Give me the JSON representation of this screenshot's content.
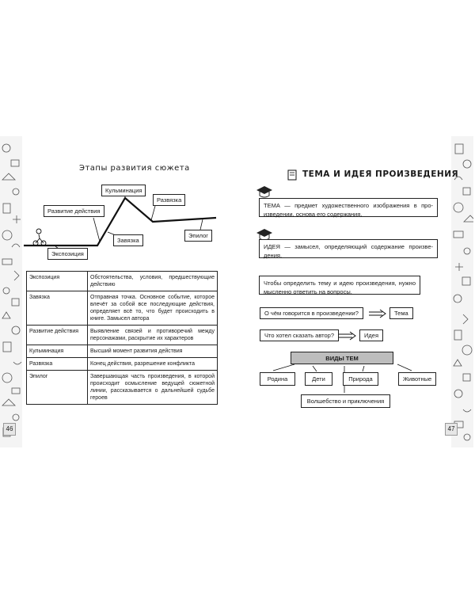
{
  "left_page": {
    "title": "Этапы развития сюжета",
    "page_number": "46",
    "plot_diagram": {
      "labels": {
        "exposition": "Экспозиция",
        "rising_action": "Развитие действия",
        "climax": "Кульминация",
        "complication": "Завязка",
        "denouement": "Развязка",
        "epilogue": "Эпилог"
      }
    },
    "table": [
      {
        "term": "Экспозиция",
        "description": "Обстоятельства, условия, предшеству­ющие действию"
      },
      {
        "term": "Завязка",
        "description": "Отправная точка. Основное событие, которое влечёт за собой все после­дующие действия, определяет всё то, что будет происходить в книге. Замы­сел автора"
      },
      {
        "term": "Развитие действия",
        "description": "Выявление связей и противоречий меж­ду персонажами, раскрытие их харак­теров"
      },
      {
        "term": "Кульминация",
        "description": "Высший момент развития действия"
      },
      {
        "term": "Развязка",
        "description": "Конец действия, разрешение конфликта"
      },
      {
        "term": "Эпилог",
        "description": "Завершающая часть произведения, в которой происходит осмысление ве­дущей сюжетной линии, рассказывается о дальнейшей судьбе героев"
      }
    ]
  },
  "right_page": {
    "title": "ТЕМА И ИДЕЯ ПРОИЗВЕДЕНИЯ",
    "page_number": "47",
    "theme_definition": "ТЕМА — предмет художественного изображения в про­изведении, основа его содержания.",
    "idea_definition": "ИДЕЯ — замысел, определяющий содержание произве­дения.",
    "instruction": "Чтобы определить тему и идею произведения, нужно мысленно ответить на вопросы.",
    "questions": [
      {
        "question": "О чём говорится в произведении?",
        "answer": "Тема"
      },
      {
        "question": "Что хотел сказать автор?",
        "answer": "Идея"
      }
    ],
    "types_header": "ВИДЫ ТЕМ",
    "types": [
      "Родина",
      "Дети",
      "Природа",
      "Животные",
      "Волшебство и приключения"
    ]
  }
}
